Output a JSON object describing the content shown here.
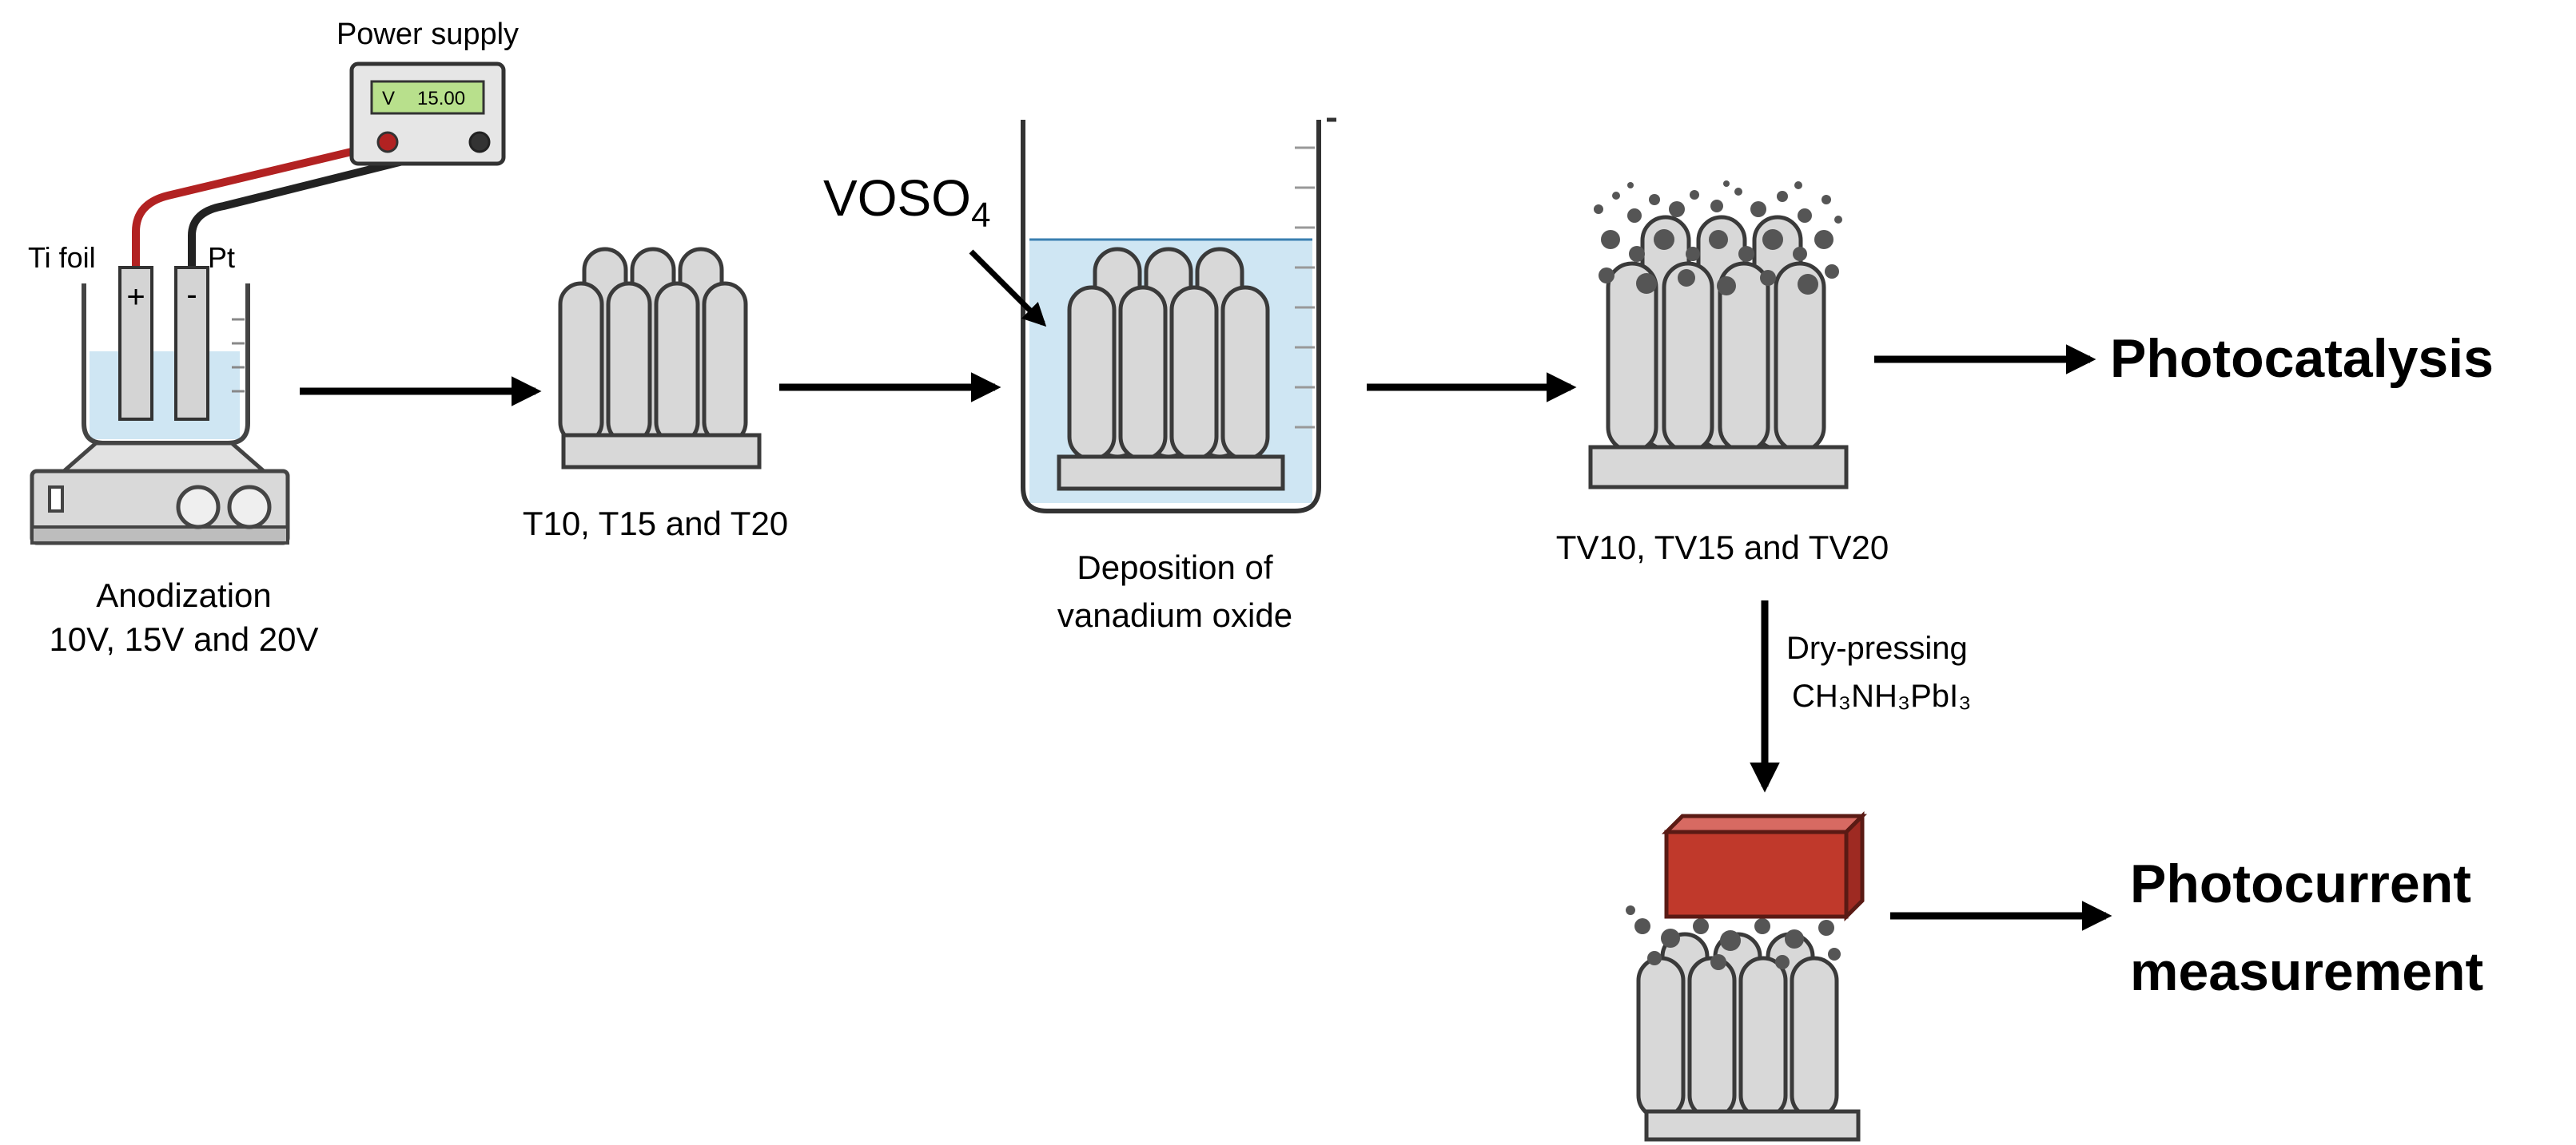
{
  "power_supply": {
    "title": "Power supply",
    "display_unit": "V",
    "display_value": "15.00"
  },
  "electrodes": {
    "ti_label": "Ti foil",
    "pt_label": "Pt",
    "plus_sign": "+",
    "minus_sign": "-"
  },
  "steps": {
    "anodization_line1": "Anodization",
    "anodization_line2": "10V, 15V and 20V",
    "tio2_label": "T10, T15 and T20",
    "precursor_main": "VOSO",
    "precursor_sub": "4",
    "deposition_line1": "Deposition of",
    "deposition_line2": "vanadium oxide",
    "tv_label": "TV10, TV15 and TV20",
    "drypress_line1": "Dry-pressing",
    "drypress_line2": "CH₃NH₃PbI₃"
  },
  "outcomes": {
    "photocatalysis": "Photocatalysis",
    "photocurrent_line1": "Photocurrent",
    "photocurrent_line2": "measurement"
  },
  "colors": {
    "tube_fill": "#d8d8d8",
    "tube_stroke": "#3a3a3a",
    "solution": "#cfe6f3",
    "display_green": "#b8e08c",
    "red_wire": "#b22222",
    "perovskite_block": "#c0392b",
    "particle": "#555555"
  }
}
